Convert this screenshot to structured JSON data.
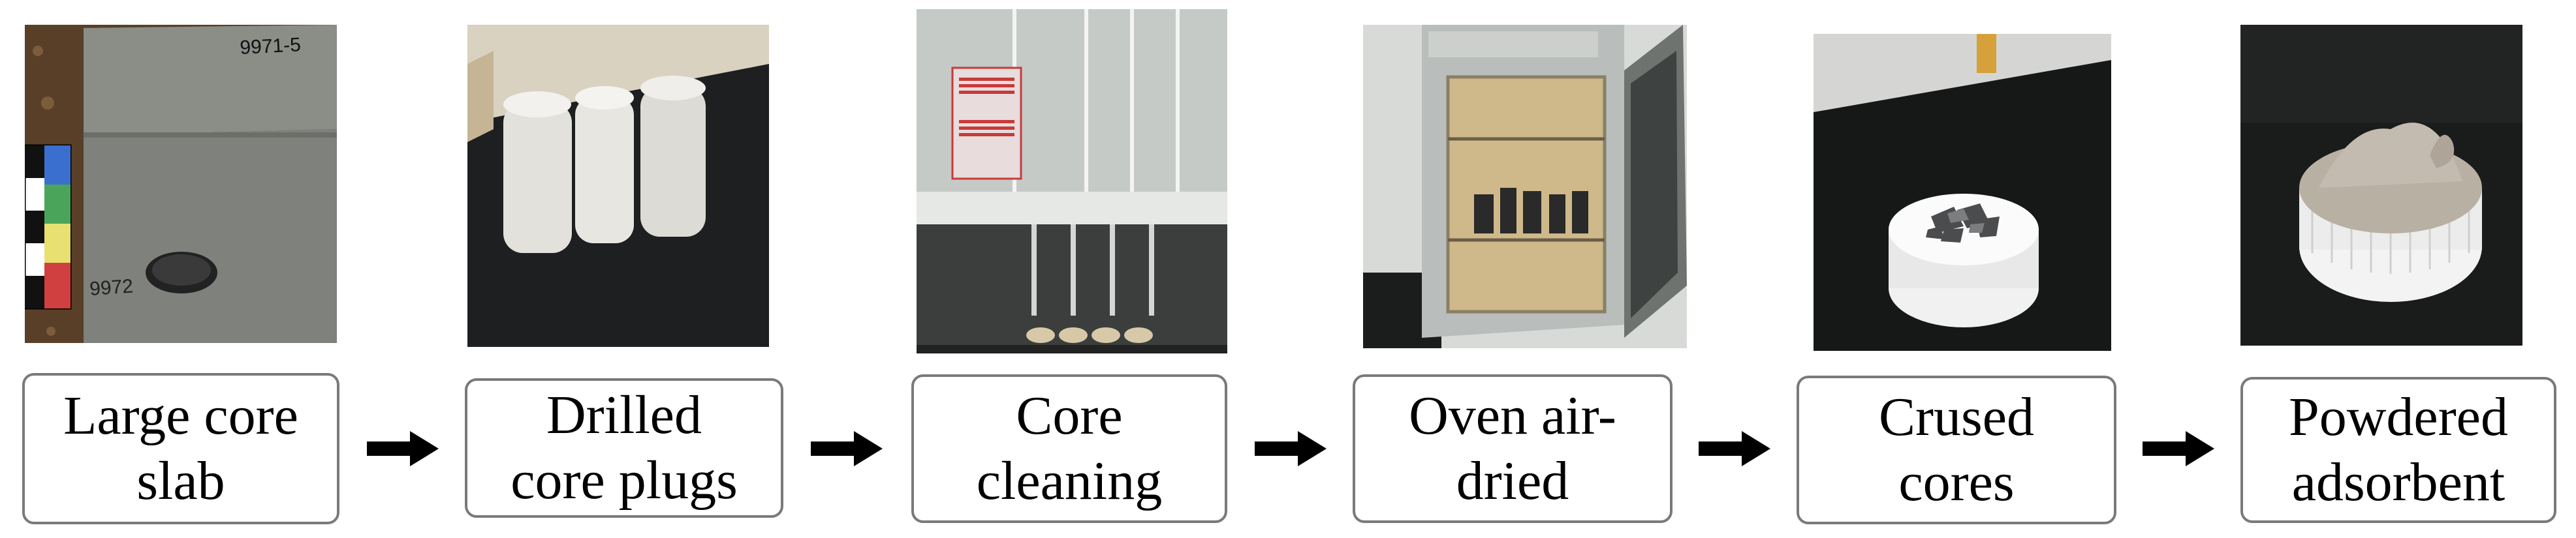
{
  "steps": [
    {
      "label": "Large core\nslab",
      "photo_marks": {
        "top": "9971-5",
        "bottom": "9972"
      }
    },
    {
      "label": "Drilled\ncore plugs"
    },
    {
      "label": "Core\ncleaning"
    },
    {
      "label": "Oven air-\ndried"
    },
    {
      "label": "Crused\ncores"
    },
    {
      "label": "Powdered\nadsorbent"
    }
  ],
  "colors": {
    "box_border": "#7a7a7a",
    "arrow": "#000000",
    "text": "#000000"
  },
  "icons": {
    "arrow": "right-arrow-icon"
  }
}
